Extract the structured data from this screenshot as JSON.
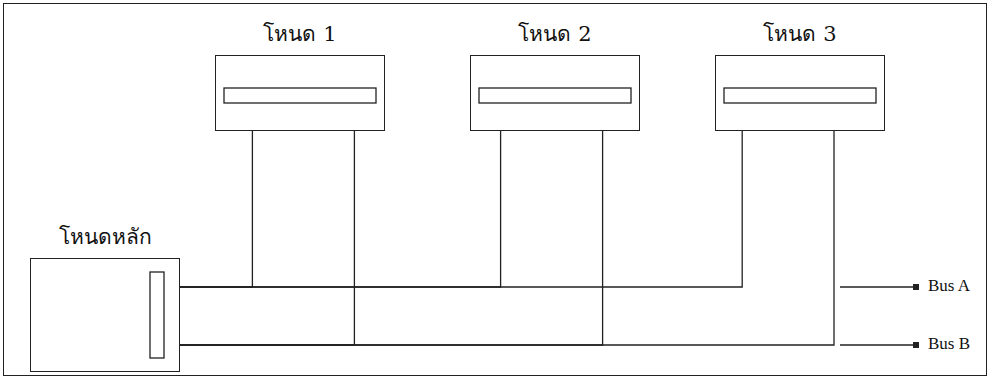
{
  "diagram": {
    "nodes": [
      {
        "text": [
          "โหนดหลัก"
        ]
      },
      {
        "text": [
          "โหนด 1"
        ]
      },
      {
        "text": [
          "โหนด 2"
        ]
      },
      {
        "text": [
          "โหนด 3"
        ]
      }
    ],
    "edges": [
      {
        "from": 0,
        "to": 1,
        "arrow": "none"
      },
      {
        "from": 0,
        "to": 2,
        "arrow": "none"
      },
      {
        "from": 0,
        "to": 3,
        "arrow": "none"
      },
      {
        "from": 0,
        "to": 1,
        "arrow": "none"
      },
      {
        "from": 0,
        "to": 2,
        "arrow": "none"
      },
      {
        "from": 0,
        "to": 3,
        "arrow": "none"
      }
    ],
    "labels": [
      "Bus A",
      "Bus B"
    ]
  }
}
